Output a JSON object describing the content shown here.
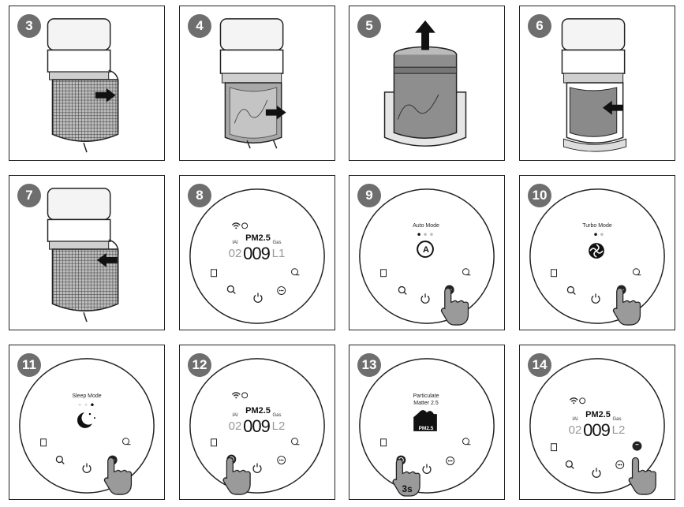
{
  "steps": [
    "3",
    "4",
    "5",
    "6",
    "7",
    "8",
    "9",
    "10",
    "11",
    "12",
    "13",
    "14"
  ],
  "panel8": {
    "pm_label": "PM2.5",
    "iai_label": "IAI",
    "gas_label": "Gas",
    "iai_value": "02",
    "pm_value": "009",
    "gas_value": "L1"
  },
  "panel9": {
    "mode_label": "Auto Mode",
    "mode_icon": "A"
  },
  "panel10": {
    "mode_label": "Turbo Mode"
  },
  "panel11": {
    "mode_label": "Sleep Mode"
  },
  "panel12": {
    "pm_label": "PM2.5",
    "iai_label": "IAI",
    "gas_label": "Gas",
    "iai_value": "02",
    "pm_value": "009",
    "gas_value": "L2"
  },
  "panel13": {
    "label_line1": "Particulate",
    "label_line2": "Matter 2.5",
    "badge": "PM2.5",
    "hold_time": "3s"
  },
  "panel14": {
    "pm_label": "PM2.5",
    "iai_label": "IAI",
    "gas_label": "Gas",
    "iai_value": "02",
    "pm_value": "009",
    "gas_value": "L2"
  },
  "icons": [
    "wifi-icon",
    "auto-icon",
    "filter-icon",
    "search-icon",
    "power-icon",
    "more-icon",
    "light-icon",
    "turbo-fan-icon",
    "moon-icon",
    "hand-pointer-icon",
    "arrow-icon"
  ],
  "colors": {
    "badge": "#6e6e6e",
    "line": "#222222"
  }
}
